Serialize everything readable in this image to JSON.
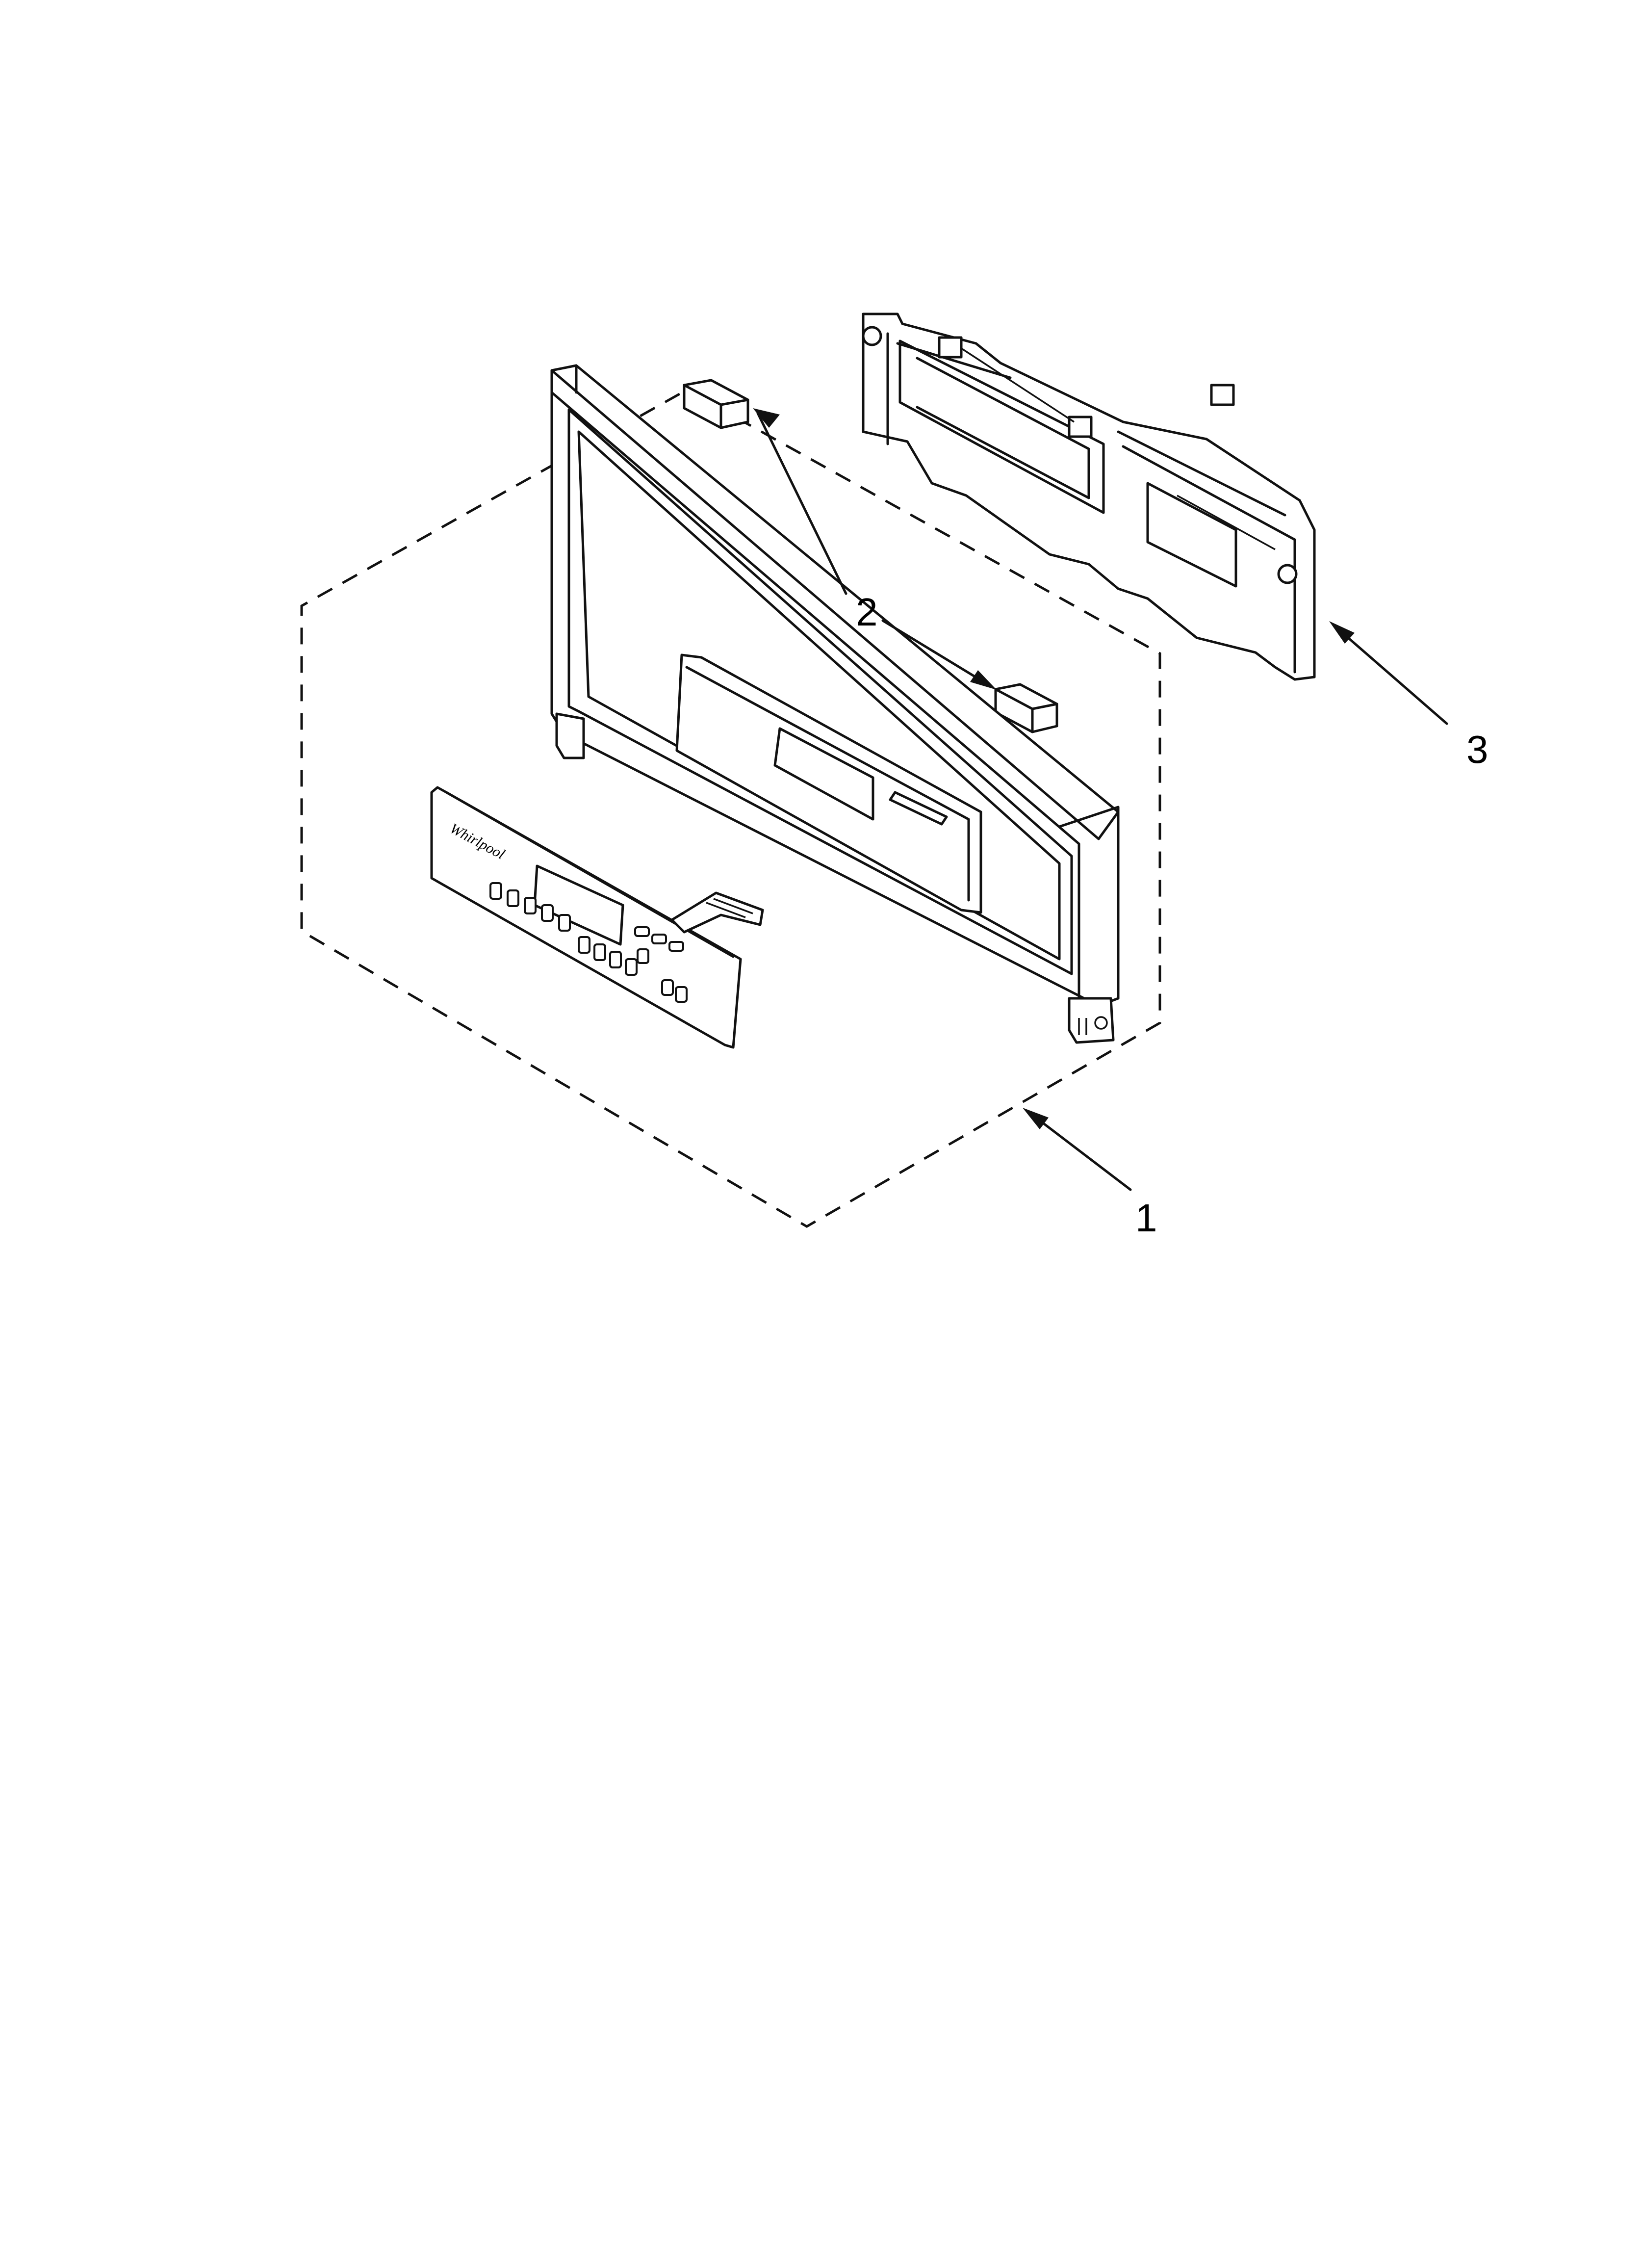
{
  "callouts": [
    {
      "id": "1",
      "label": "1"
    },
    {
      "id": "2",
      "label": "2"
    },
    {
      "id": "3",
      "label": "3"
    }
  ],
  "parts": {
    "assembly_1": "control-panel-assembly",
    "part_2": "clip-pair",
    "part_3": "control-housing"
  },
  "brand_logo": "Whirlpool"
}
